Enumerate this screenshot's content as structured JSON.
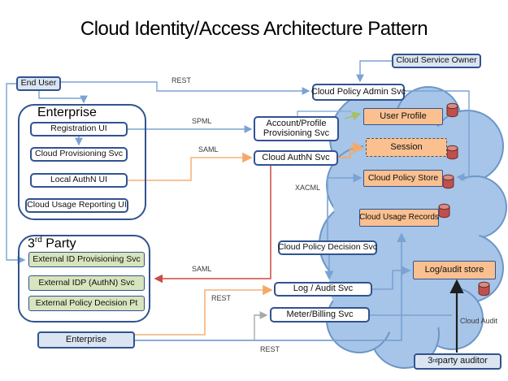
{
  "title": "Cloud Identity/Access Architecture Pattern",
  "nodes": {
    "end_user": "End User",
    "cloud_service_owner": "Cloud Service Owner",
    "cloud_policy_admin": "Cloud Policy Admin Svc",
    "registration_ui": "Registration UI",
    "cloud_provisioning": "Cloud Provisioning Svc",
    "local_authn": "Local AuthN UI",
    "cloud_usage_reporting": "Cloud Usage Reporting UI",
    "account_profile": "Account/Profile Provisioning Svc",
    "cloud_authn": "Cloud AuthN Svc",
    "cloud_policy_decision": "Cloud Policy Decision Svc",
    "log_audit_svc": "Log / Audit Svc",
    "meter_billing": "Meter/Billing Svc",
    "enterprise_bottom": "Enterprise",
    "ext_id_provisioning": "External ID Provisioning Svc",
    "ext_idp": "External IDP (AuthN) Svc",
    "ext_policy_decision": "External Policy Decision Pt",
    "user_profile": "User Profile",
    "session": "Session",
    "cloud_policy_store": "Cloud Policy Store",
    "cloud_usage_records": "Cloud Usage Records",
    "log_audit_store": "Log/audit store"
  },
  "containers": {
    "enterprise_label": "Enterprise",
    "third_party": {
      "num": "3",
      "sup": "rd",
      "rest": " Party"
    },
    "auditor": {
      "num": "3",
      "sup": "rd",
      "rest": " party auditor"
    }
  },
  "edge_labels": {
    "rest_admin": "REST",
    "spml": "SPML",
    "saml_authn": "SAML",
    "xacml": "XACML",
    "saml_idp": "SAML",
    "rest_log": "REST",
    "rest_usage": "REST",
    "cloud_audit": "Cloud Audit"
  },
  "colors": {
    "box_border": "#31538f",
    "light_blue_fill": "#dbe5f1",
    "green_fill": "#d7e4bd",
    "orange_fill": "#fac090",
    "cloud_fill": "#a6c5e8",
    "cloud_stroke": "#6c96c8",
    "line_blue": "#7ba2d4",
    "line_orange": "#f7bc8a",
    "line_red": "#cd4a42",
    "line_green": "#a3c163",
    "line_gray": "#a8a8a8",
    "line_black": "#1f1f1f",
    "db_red": "#c0504d"
  }
}
